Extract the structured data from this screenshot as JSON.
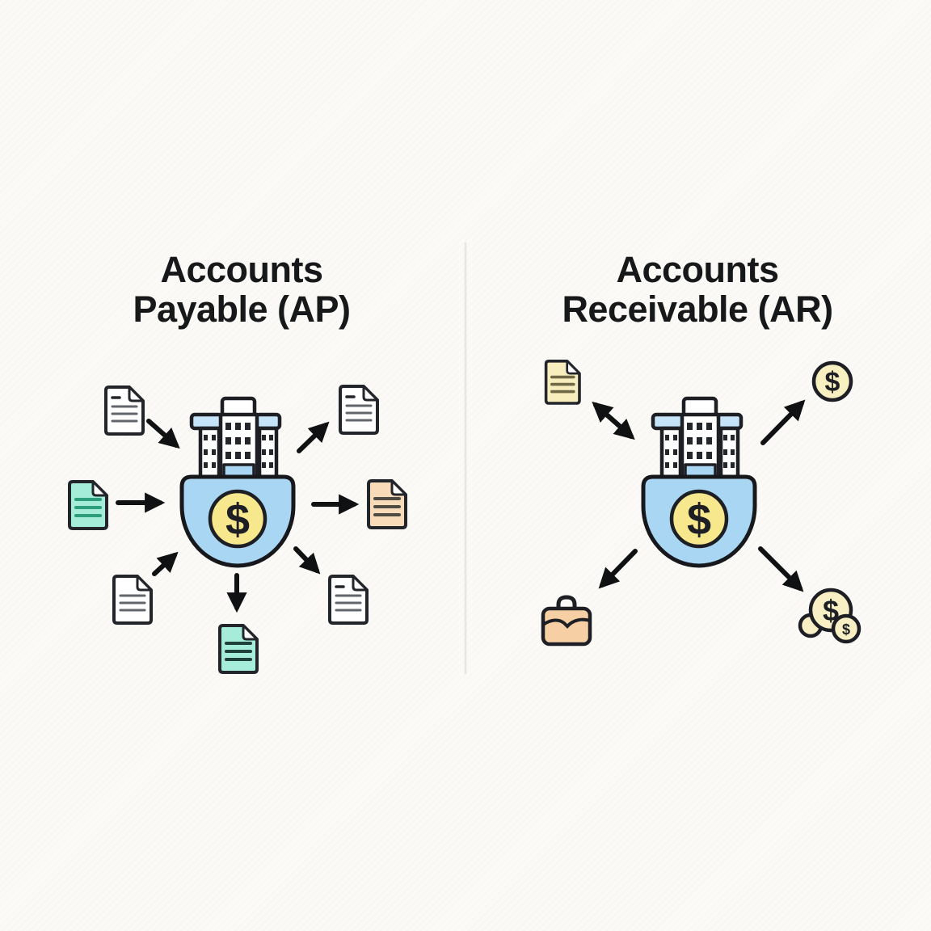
{
  "page": {
    "background_color": "#fbfaf7",
    "divider_color": "#e6e5e1"
  },
  "ap_panel": {
    "title": "Accounts Payable (AP)",
    "title_lines": [
      "Accounts",
      "Payable (AP)"
    ],
    "center_icon": {
      "name": "company-building-money-bag-icon",
      "symbol": "$",
      "bag_color": "#a9d6f2",
      "roof_color": "#c6e4f9",
      "door_color": "#a9d6f2",
      "coin_color": "#f8e88d"
    },
    "documents": {
      "top_left": {
        "name": "incoming-invoice-icon",
        "fill": "#ffffff",
        "line_color": "#61656c"
      },
      "mid_left": {
        "name": "incoming-bill-icon",
        "fill": "#a5edd9",
        "line_color": "#2c9e7c"
      },
      "bottom_left": {
        "name": "incoming-receipt-icon",
        "fill": "#ffffff",
        "line_color": "#61656c"
      },
      "top_right": {
        "name": "outgoing-record-icon",
        "fill": "#ffffff",
        "line_color": "#61656c"
      },
      "mid_right": {
        "name": "outgoing-statement-icon",
        "fill": "#f8dcba",
        "line_color": "#4e4a44"
      },
      "bottom_right": {
        "name": "outgoing-record-icon",
        "fill": "#ffffff",
        "line_color": "#61656c"
      },
      "bottom_center": {
        "name": "payment-voucher-icon",
        "fill": "#a5edd9",
        "line_color": "#20413a"
      }
    }
  },
  "ar_panel": {
    "title": "Accounts Receivable (AR)",
    "title_lines": [
      "Accounts",
      "Receivable (AR)"
    ],
    "center_icon": {
      "name": "company-building-money-bag-icon",
      "symbol": "$",
      "bag_color": "#a9d6f2",
      "roof_color": "#c6e4f9",
      "door_color": "#a9d6f2",
      "coin_color": "#f8e88d"
    },
    "invoice_document": {
      "name": "customer-invoice-icon",
      "fill": "#f7edbd",
      "line_color": "#6f6847"
    },
    "coin": {
      "name": "payment-coin-icon",
      "fill": "#f8f0c0",
      "symbol": "$"
    },
    "briefcase": {
      "name": "briefcase-icon",
      "fill": "#f6d0a4"
    },
    "coin_cluster": {
      "name": "coins-icon",
      "fill": "#f8f0c4",
      "symbol": "$",
      "small_symbol": "$"
    }
  }
}
